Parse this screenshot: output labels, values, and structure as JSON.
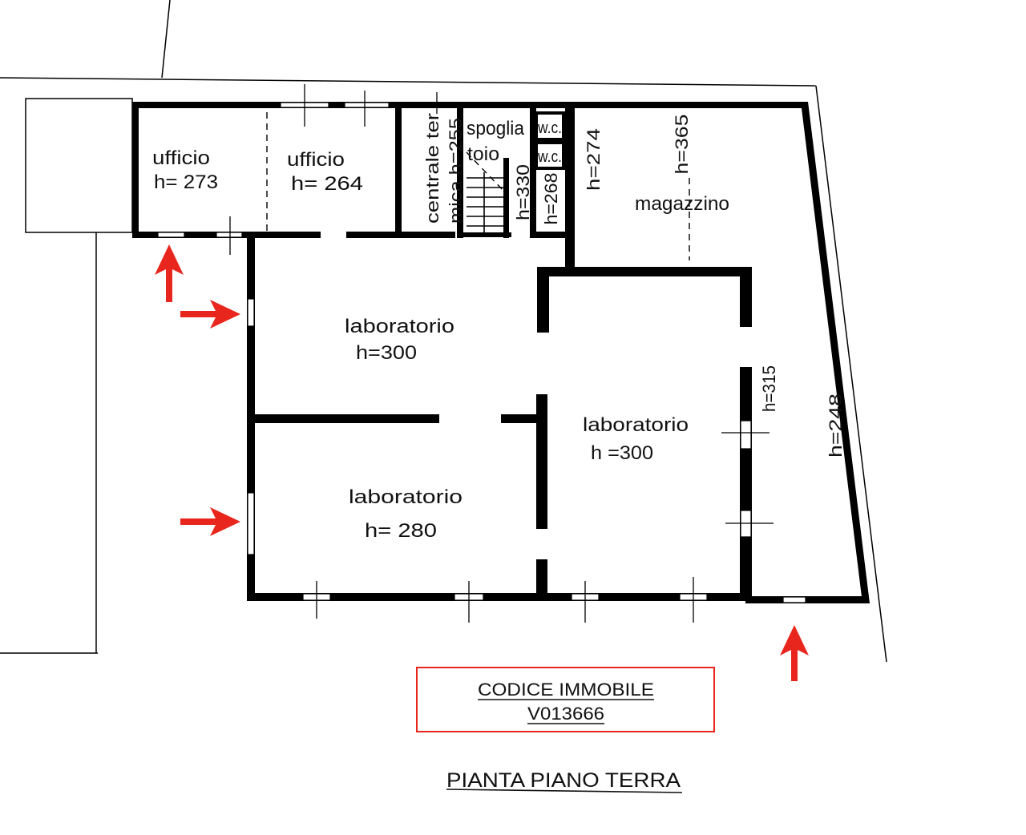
{
  "rooms": {
    "office_1": {
      "name": "ufficio",
      "height": "h= 273"
    },
    "office_2": {
      "name": "ufficio",
      "height": "h= 264"
    },
    "boiler_room": {
      "name_line_1": "centrale ter",
      "name_line_2": "mica h=255"
    },
    "locker_room": {
      "name_line_1": "spoglia",
      "name_line_2": "toio",
      "height": "h=330"
    },
    "wc_1": {
      "name": "w.c."
    },
    "wc_2": {
      "name": "w.c.",
      "height": "h=268"
    },
    "storage": {
      "name": "magazzino",
      "height_1": "h=274",
      "height_2": "h=365"
    },
    "lab_1": {
      "name": "laboratorio",
      "height": "h=300"
    },
    "lab_2": {
      "name": "laboratorio",
      "height": "h =300"
    },
    "lab_3": {
      "name": "laboratorio",
      "height": "h= 280"
    },
    "east_area": {
      "height_1": "h=315",
      "height_2": "h=248"
    }
  },
  "code_box": {
    "label": "CODICE IMMOBILE",
    "code": "V013666"
  },
  "plan_title": "PIANTA PIANO TERRA",
  "colors": {
    "wall": "#000000",
    "accent": "#e8261d",
    "background": "#ffffff"
  },
  "icons": {
    "entrance_marker": "arrow-icon"
  }
}
